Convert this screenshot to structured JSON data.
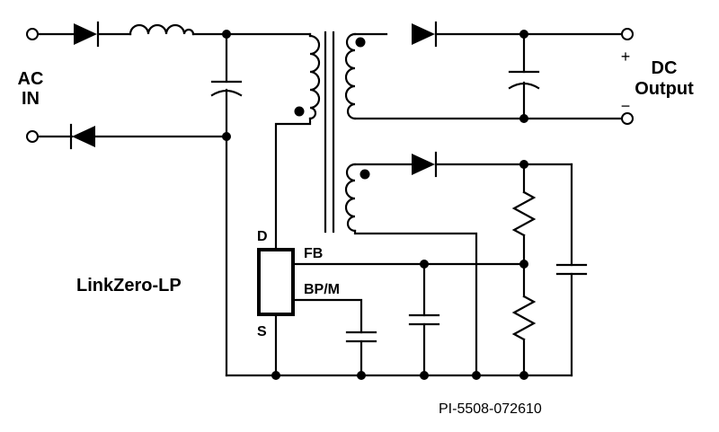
{
  "labels": {
    "ac_in_line1": "AC",
    "ac_in_line2": "IN",
    "dc_line1": "DC",
    "dc_line2": "Output",
    "plus": "+",
    "minus": "−",
    "pin_d": "D",
    "pin_fb": "FB",
    "pin_bpm": "BP/M",
    "pin_s": "S",
    "ic_name": "LinkZero-LP",
    "figure_id": "PI-5508-072610"
  }
}
